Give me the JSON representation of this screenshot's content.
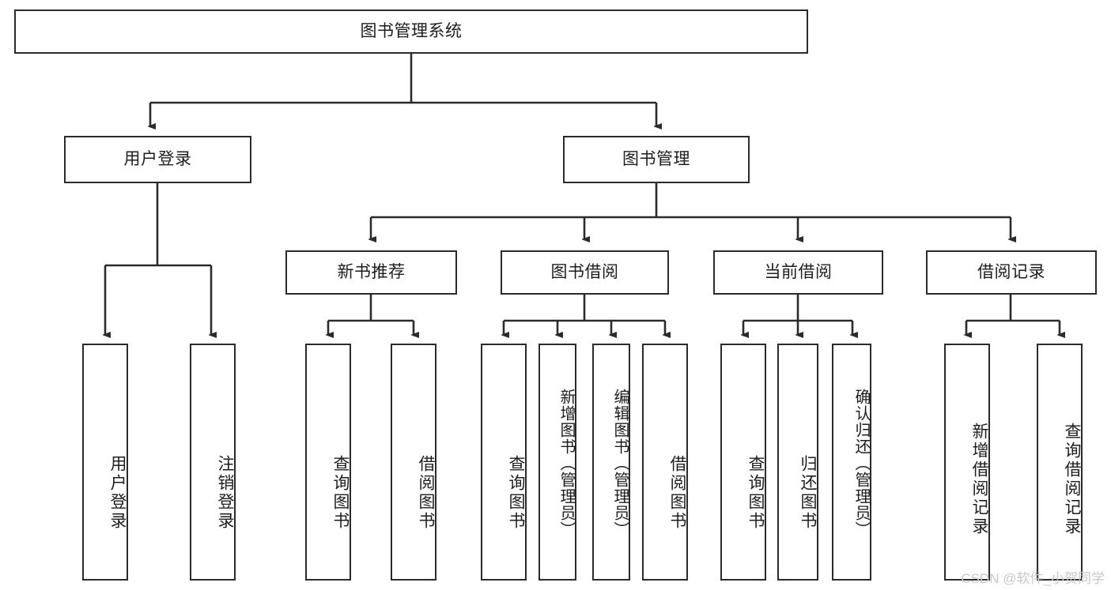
{
  "diagram": {
    "title": "图书管理系统",
    "type": "tree-hierarchy-diagram",
    "root": {
      "label": "图书管理系统"
    },
    "level2": [
      {
        "label": "用户登录"
      },
      {
        "label": "图书管理"
      }
    ],
    "level3": [
      {
        "label": "新书推荐"
      },
      {
        "label": "图书借阅"
      },
      {
        "label": "当前借阅"
      },
      {
        "label": "借阅记录"
      }
    ],
    "leaves": {
      "user_login": [
        {
          "label": "用户登录"
        },
        {
          "label": "注销登录"
        }
      ],
      "new_book_recommend": [
        {
          "label": "查询图书"
        },
        {
          "label": "借阅图书"
        }
      ],
      "book_borrow": [
        {
          "label": "查询图书"
        },
        {
          "label": "新增图书（管理员）"
        },
        {
          "label": "编辑图书（管理员）"
        },
        {
          "label": "借阅图书"
        }
      ],
      "current_borrow": [
        {
          "label": "查询图书"
        },
        {
          "label": "归还图书"
        },
        {
          "label": "确认归还（管理员）"
        }
      ],
      "borrow_record": [
        {
          "label": "新增借阅记录"
        },
        {
          "label": "查询借阅记录"
        }
      ]
    }
  },
  "watermark": {
    "text": "CSDN @软件_小贺同学"
  },
  "colors": {
    "stroke": "#2b2b2b",
    "background": "#ffffff",
    "text": "#1d1d1d",
    "watermark": "#c8c8c8"
  }
}
